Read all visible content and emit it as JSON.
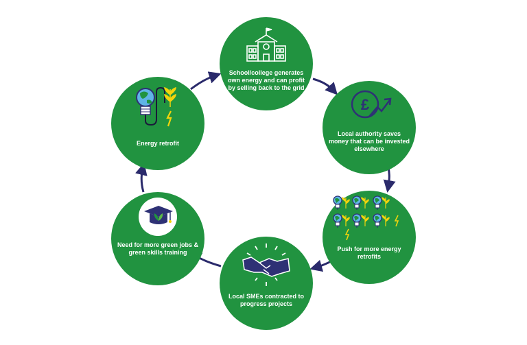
{
  "colors": {
    "circle": "#219340",
    "arrow": "#2a2a6b",
    "icon_navy": "#2e3175",
    "icon_yellow": "#f2d40c",
    "icon_blue": "#5fb4e6",
    "white": "#ffffff"
  },
  "cycle": [
    {
      "id": "school",
      "icon": "school-building-icon",
      "label": "School/college generates own energy and can profit by selling back to the grid"
    },
    {
      "id": "local",
      "icon": "pound-growth-icon",
      "label": "Local authority saves money that can be invested elsewhere"
    },
    {
      "id": "push",
      "icon": "multiple-bulbs-icon",
      "label": "Push for more energy retrofits"
    },
    {
      "id": "smes",
      "icon": "handshake-icon",
      "label": "Local SMEs contracted to progress projects"
    },
    {
      "id": "need",
      "icon": "graduation-cap-icon",
      "label": "Need for more green jobs & green skills training"
    },
    {
      "id": "retro",
      "icon": "bulb-plant-icon",
      "label": "Energy retrofit"
    }
  ]
}
